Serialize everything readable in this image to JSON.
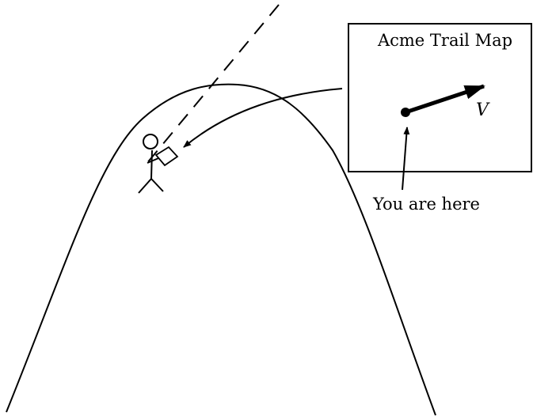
{
  "figure": {
    "map_title": "Acme Trail Map",
    "vector_label": "V",
    "caption": "You are here"
  },
  "colors": {
    "ink": "#000000",
    "background": "#ffffff"
  },
  "icons": [
    "stick-figure-hiker-icon",
    "map-sheet-icon"
  ]
}
